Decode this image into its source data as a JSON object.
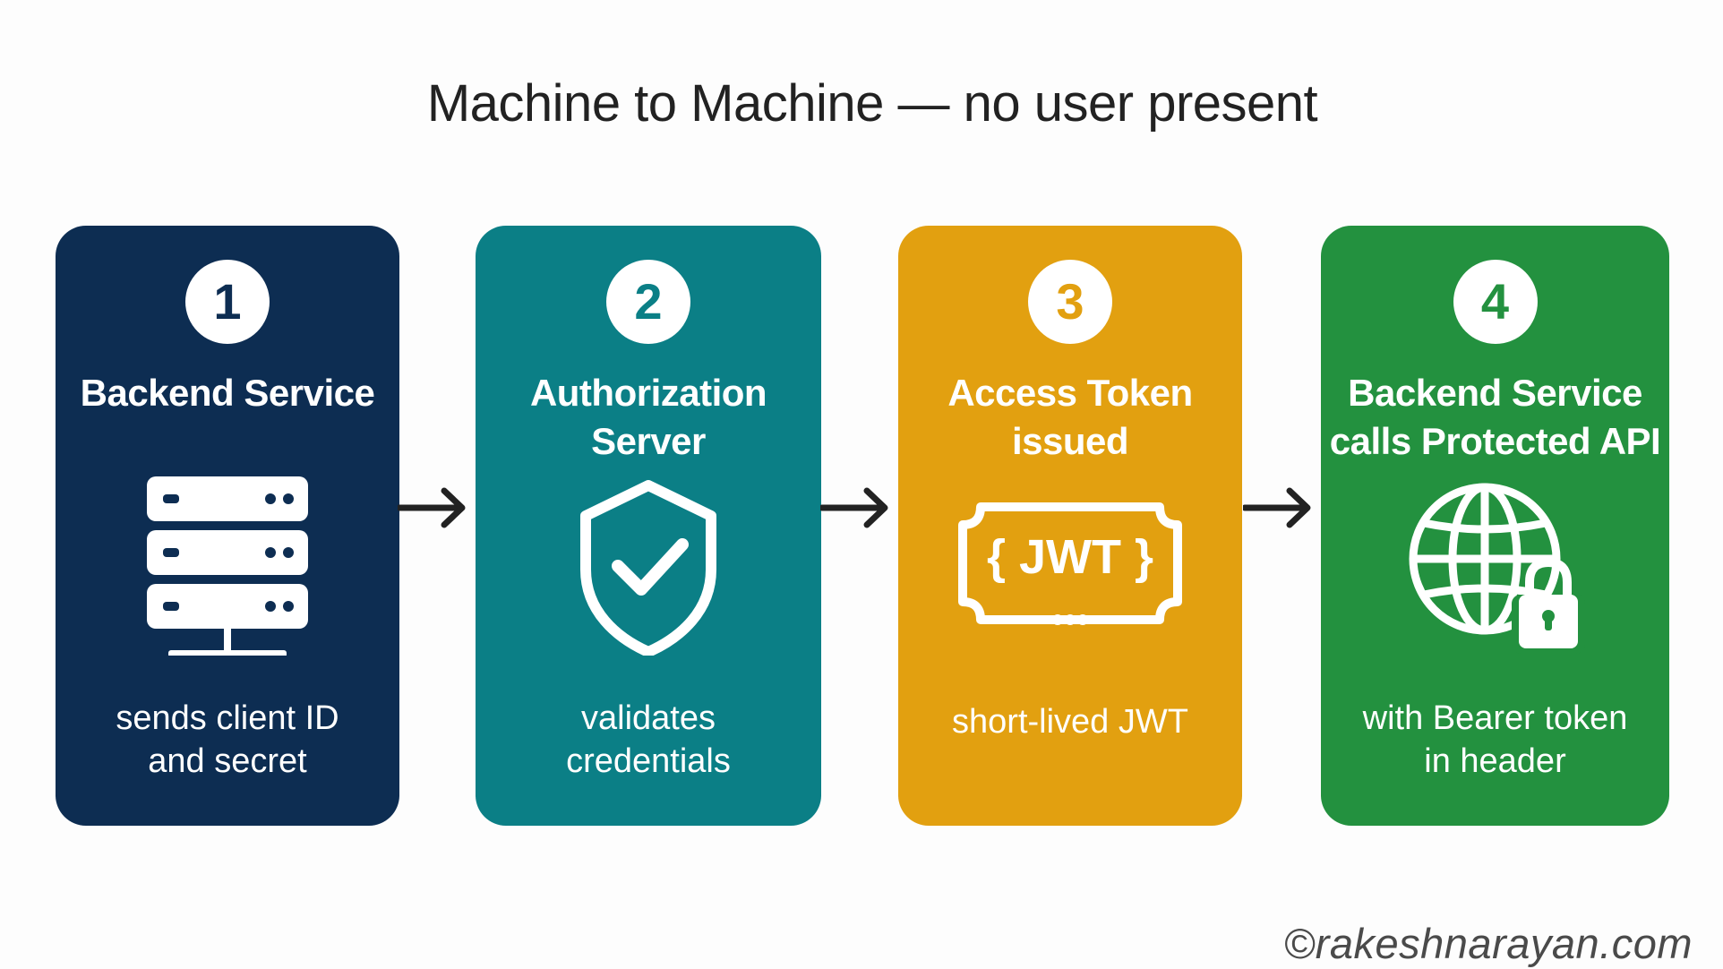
{
  "title": "Machine to Machine — no user present",
  "steps": [
    {
      "number": "1",
      "heading": [
        "Backend Service"
      ],
      "icon": "server-icon",
      "caption": [
        "sends client ID",
        "and secret"
      ],
      "color": "#0d2d52"
    },
    {
      "number": "2",
      "heading": [
        "Authorization",
        "Server"
      ],
      "icon": "shield-check-icon",
      "caption": [
        "validates",
        "credentials"
      ],
      "color": "#0b7f86"
    },
    {
      "number": "3",
      "heading": [
        "Access Token",
        "issued"
      ],
      "icon": "jwt-ticket-icon",
      "icon_text": "{ JWT }",
      "caption": [
        "short-lived JWT"
      ],
      "color": "#e2a010"
    },
    {
      "number": "4",
      "heading": [
        "Backend Service",
        "calls Protected API"
      ],
      "icon": "globe-lock-icon",
      "caption": [
        "with Bearer token",
        "in header"
      ],
      "color": "#23913f"
    }
  ],
  "watermark": "©rakeshnarayan.com"
}
